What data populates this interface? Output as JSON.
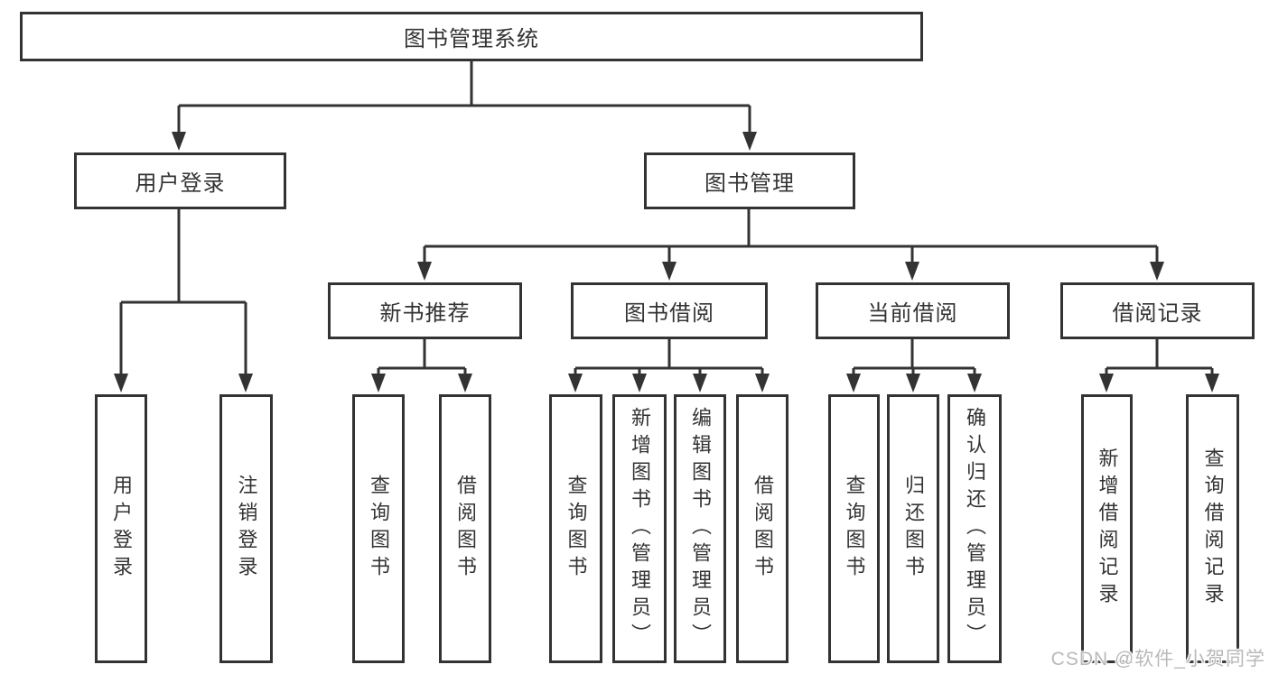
{
  "diagram": {
    "type": "hierarchy-tree",
    "colors": {
      "line": "#333333",
      "box_border": "#333333",
      "box_fill": "#ffffff",
      "text": "#333333",
      "background": "#ffffff",
      "watermark_text_color": "#b9b9b9"
    },
    "nodes": {
      "root": {
        "label": "图书管理系统"
      },
      "user_login": {
        "label": "用户登录"
      },
      "book_mgmt": {
        "label": "图书管理"
      },
      "new_book": {
        "label": "新书推荐"
      },
      "book_borrow": {
        "label": "图书借阅"
      },
      "current_borrow": {
        "label": "当前借阅"
      },
      "borrow_records": {
        "label": "借阅记录"
      },
      "ul_login": {
        "label": "用户登录"
      },
      "ul_logout": {
        "label": "注销登录"
      },
      "nb_query": {
        "label": "查询图书"
      },
      "nb_borrow": {
        "label": "借阅图书"
      },
      "bb_query": {
        "label": "查询图书"
      },
      "bb_add": {
        "label": "新增图书（管理员）"
      },
      "bb_edit": {
        "label": "编辑图书（管理员）"
      },
      "bb_borrow": {
        "label": "借阅图书"
      },
      "cb_query": {
        "label": "查询图书"
      },
      "cb_return": {
        "label": "归还图书"
      },
      "cb_confirm": {
        "label": "确认归还（管理员）"
      },
      "br_add": {
        "label": "新增借阅记录"
      },
      "br_query": {
        "label": "查询借阅记录"
      }
    },
    "hierarchy": {
      "图书管理系统": {
        "用户登录": [
          "用户登录",
          "注销登录"
        ],
        "图书管理": {
          "新书推荐": [
            "查询图书",
            "借阅图书"
          ],
          "图书借阅": [
            "查询图书",
            "新增图书（管理员）",
            "编辑图书（管理员）",
            "借阅图书"
          ],
          "当前借阅": [
            "查询图书",
            "归还图书",
            "确认归还（管理员）"
          ],
          "借阅记录": [
            "新增借阅记录",
            "查询借阅记录"
          ]
        }
      }
    },
    "watermark": "CSDN @软件_小贺同学"
  }
}
